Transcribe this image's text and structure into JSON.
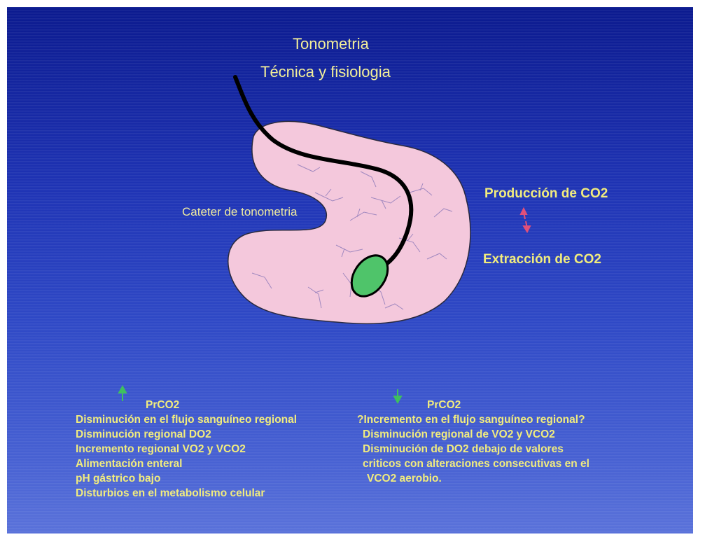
{
  "title": {
    "line1": "Tonometria",
    "line2": "Técnica y fisiologia"
  },
  "diagram": {
    "catheter_label": "Cateter de tonometria",
    "right_label_top": "Producción de  CO2",
    "right_label_bottom": "Extracción de CO2",
    "colors": {
      "background": "#1f34b5",
      "stomach_fill": "#f4c8dc",
      "catheter": "#000000",
      "balloon": "#4fc46a",
      "text_yellow": "#f1ec7e",
      "arrow_red": "#e0507a",
      "arrow_green": "#3fbf5f"
    }
  },
  "left_column": {
    "arrow": "up",
    "heading": "PrCO2",
    "items": [
      "Disminución en el flujo sanguíneo regional",
      "Disminución  regional DO2",
      "Incremento regional VO2 y VCO2",
      "Alimentación enteral",
      "pH gástrico bajo",
      "Disturbios en el metabolismo celular"
    ]
  },
  "right_column": {
    "arrow": "down",
    "heading": "PrCO2",
    "items": [
      "?Incremento en el flujo sanguíneo regional?",
      "Disminución regional de VO2 y VCO2",
      "Disminución de DO2 debajo de valores",
      "criticos con alteraciones consecutivas en el",
      "VCO2 aerobio."
    ]
  }
}
